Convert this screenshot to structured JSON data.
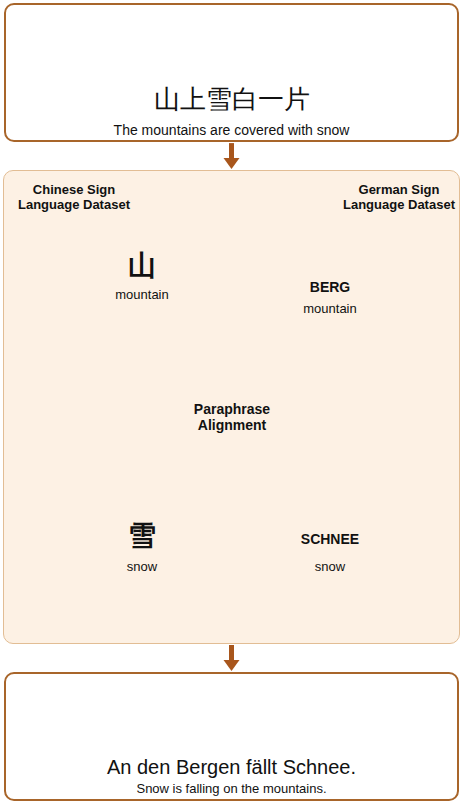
{
  "diagram": {
    "nodes": [
      {
        "text": [
          "山上雪白一片",
          "The mountains are covered with snow"
        ]
      },
      {
        "text": [
          "Chinese Sign Language Dataset",
          "German Sign Language Dataset"
        ]
      },
      {
        "text": [
          "An den Bergen fällt Schnee.",
          "Snow is falling on the mountains."
        ]
      }
    ],
    "edges": [
      {
        "from": 0,
        "to": 1,
        "arrow": "to"
      },
      {
        "from": 1,
        "to": 2,
        "arrow": "to"
      }
    ],
    "labels": [
      "山",
      "mountain",
      "BERG",
      "mountain",
      "Paraphrase Alignment",
      "雪",
      "snow",
      "SCHNEE",
      "snow"
    ]
  }
}
